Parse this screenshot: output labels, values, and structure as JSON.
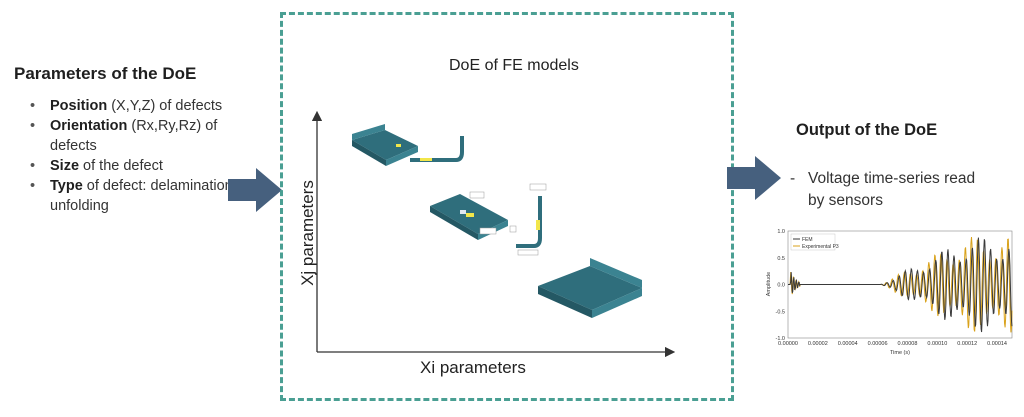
{
  "parameters": {
    "title": "Parameters of the DoE",
    "items": [
      {
        "bold": "Position",
        "rest": " (X,Y,Z) of defects"
      },
      {
        "bold": "Orientation",
        "rest": " (Rx,Ry,Rz) of defects"
      },
      {
        "bold": "Size",
        "rest": " of the defect"
      },
      {
        "bold": "Type",
        "rest": " of defect: delamination / unfolding"
      }
    ]
  },
  "doe": {
    "title": "DoE of FE models",
    "x_axis_label": "Xi parameters",
    "y_axis_label": "Xj parameters"
  },
  "output": {
    "title": "Output of the DoE",
    "dash": "-",
    "text_line1": "Voltage time-series read",
    "text_line2": "by sensors"
  },
  "chart_data": {
    "type": "line",
    "ylabel": "Amplitude",
    "xlabel": "Time (s)",
    "ylim": [
      -1.0,
      1.0
    ],
    "xlim": [
      0.0,
      0.00015
    ],
    "x_ticks": [
      "0.00000",
      "0.00002",
      "0.00004",
      "0.00006",
      "0.00008",
      "0.00010",
      "0.00012",
      "0.00014"
    ],
    "y_ticks": [
      "1.0",
      "0.5",
      "0.0",
      "-0.5",
      "-1.0"
    ],
    "legend": [
      "FEM",
      "Experimental P3"
    ],
    "colors": {
      "FEM": "#3a3a3a",
      "Experimental P3": "#d9a21b"
    }
  },
  "colors": {
    "dashed_border": "#4a9f93",
    "arrow": "#46607e",
    "part": "#2f6e7c"
  }
}
